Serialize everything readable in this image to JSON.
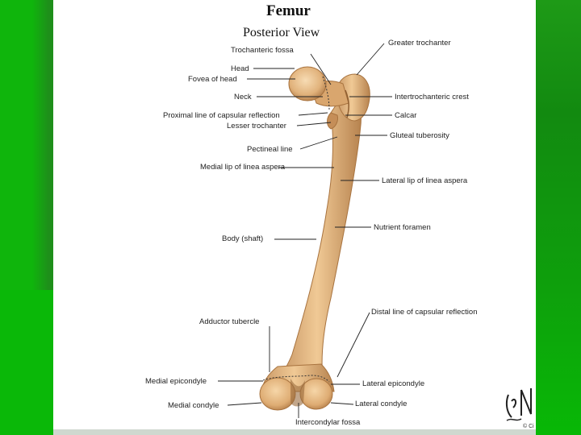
{
  "title": "Femur",
  "subtitle": "Posterior View",
  "labels": {
    "trochanteric_fossa": "Trochanteric fossa",
    "greater_trochanter": "Greater trochanter",
    "head": "Head",
    "fovea_of_head": "Fovea of head",
    "neck": "Neck",
    "intertrochanteric_crest": "Intertrochanteric crest",
    "proximal_line_capsular_reflection": "Proximal line of capsular reflection",
    "calcar": "Calcar",
    "lesser_trochanter": "Lesser trochanter",
    "gluteal_tuberosity": "Gluteal tuberosity",
    "pectineal_line": "Pectineal line",
    "medial_lip_linea_aspera": "Medial lip of linea aspera",
    "lateral_lip_linea_aspera": "Lateral lip of linea aspera",
    "nutrient_foramen": "Nutrient foramen",
    "body_shaft": "Body (shaft)",
    "distal_line_capsular_reflection": "Distal line of capsular reflection",
    "adductor_tubercle": "Adductor tubercle",
    "medial_epicondyle": "Medial epicondyle",
    "lateral_epicondyle": "Lateral epicondyle",
    "medial_condyle": "Medial condyle",
    "lateral_condyle": "Lateral condyle",
    "intercondylar_fossa": "Intercondylar fossa"
  },
  "copyright_mark": "© Ci",
  "colors": {
    "bone": "#e3b37d",
    "bone_shadow": "#b9824e",
    "background_green": "#0e9a0b",
    "panel": "#ffffff"
  }
}
